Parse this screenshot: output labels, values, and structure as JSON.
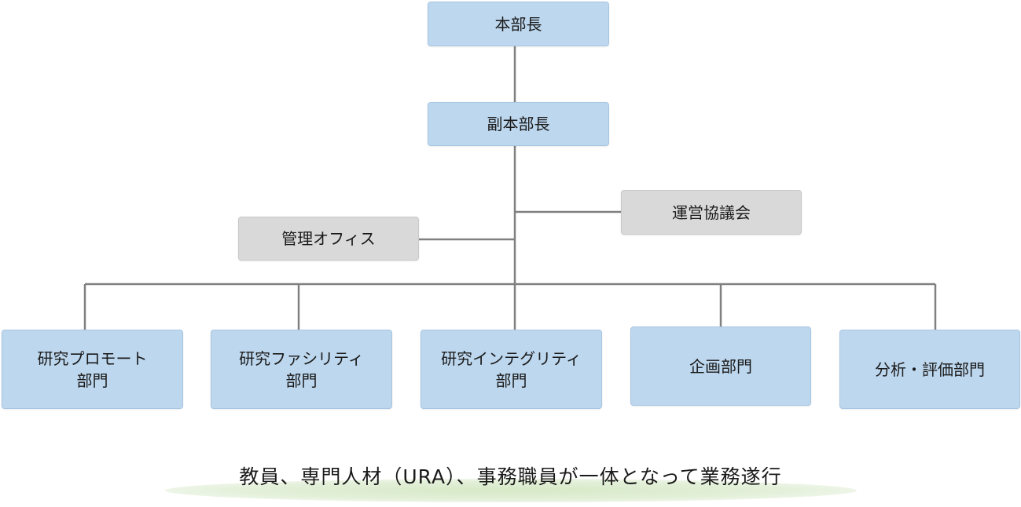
{
  "nodes": {
    "director": "本部長",
    "deputy_director": "副本部長",
    "steering_council": "運営協議会",
    "management_office": "管理オフィス",
    "research_promotion": "研究プロモート\n部門",
    "research_facility": "研究ファシリティ\n部門",
    "research_integrity": "研究インテグリティ\n部門",
    "planning": "企画部門",
    "analysis_evaluation": "分析・評価部門"
  },
  "footer": "教員、専門人材（URA）、事務職員が一体となって業務遂行",
  "colors": {
    "division_fill": "#bdd7ee",
    "staff_fill": "#d9d9d9",
    "connector": "#808080"
  }
}
